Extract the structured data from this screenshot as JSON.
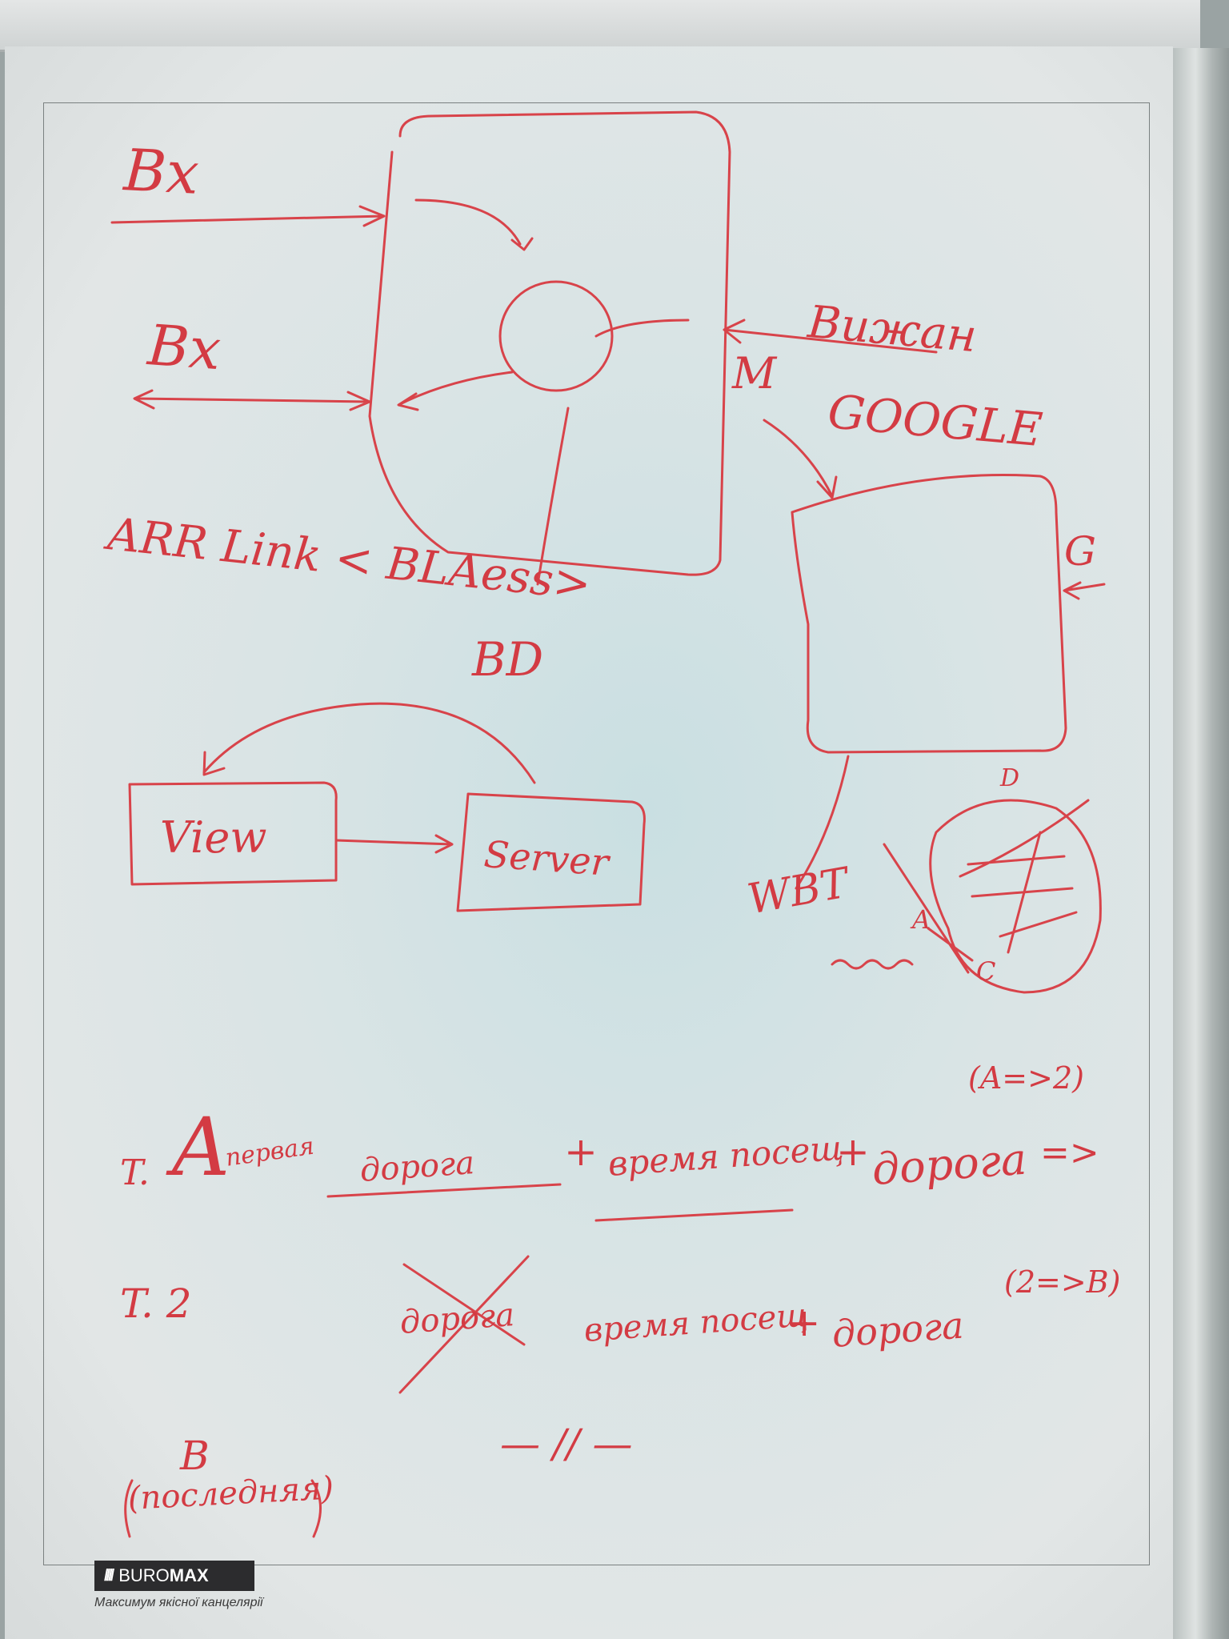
{
  "diagram": {
    "input_top": "Bx",
    "input_bottom": "Bx",
    "source_right": "Bижан",
    "letter_m": "M",
    "google": "GOOGLE",
    "letter_g": "G",
    "apr_link": "ARR Link < BLAess>",
    "bd": "BD",
    "view": "View",
    "server": "Server",
    "wbt": "WBT",
    "point_a": "A",
    "point_c": "C",
    "point_d": "D"
  },
  "formulas": {
    "row1_prefix": "T.",
    "row1_a": "A",
    "row1_a_sub": "первая",
    "row1_term1": "дорога",
    "row1_term2": "время посещ",
    "row1_term3": "дорога",
    "row1_note": "(A=>2)",
    "row2_prefix": "T. 2",
    "row2_struck": "дорога",
    "row2_term2": "время посещ",
    "row2_term3": "дорога",
    "row2_note": "(2=>B)",
    "row3_mark": "— // —",
    "row4_b": "B",
    "row4_sub": "(последняя)"
  },
  "brand": {
    "name_light": "BURO",
    "name_bold": "MAX",
    "tagline": "Максимум якісної канцелярії"
  },
  "colors": {
    "ink": "#d8434a",
    "paper": "#e2e6e6"
  }
}
